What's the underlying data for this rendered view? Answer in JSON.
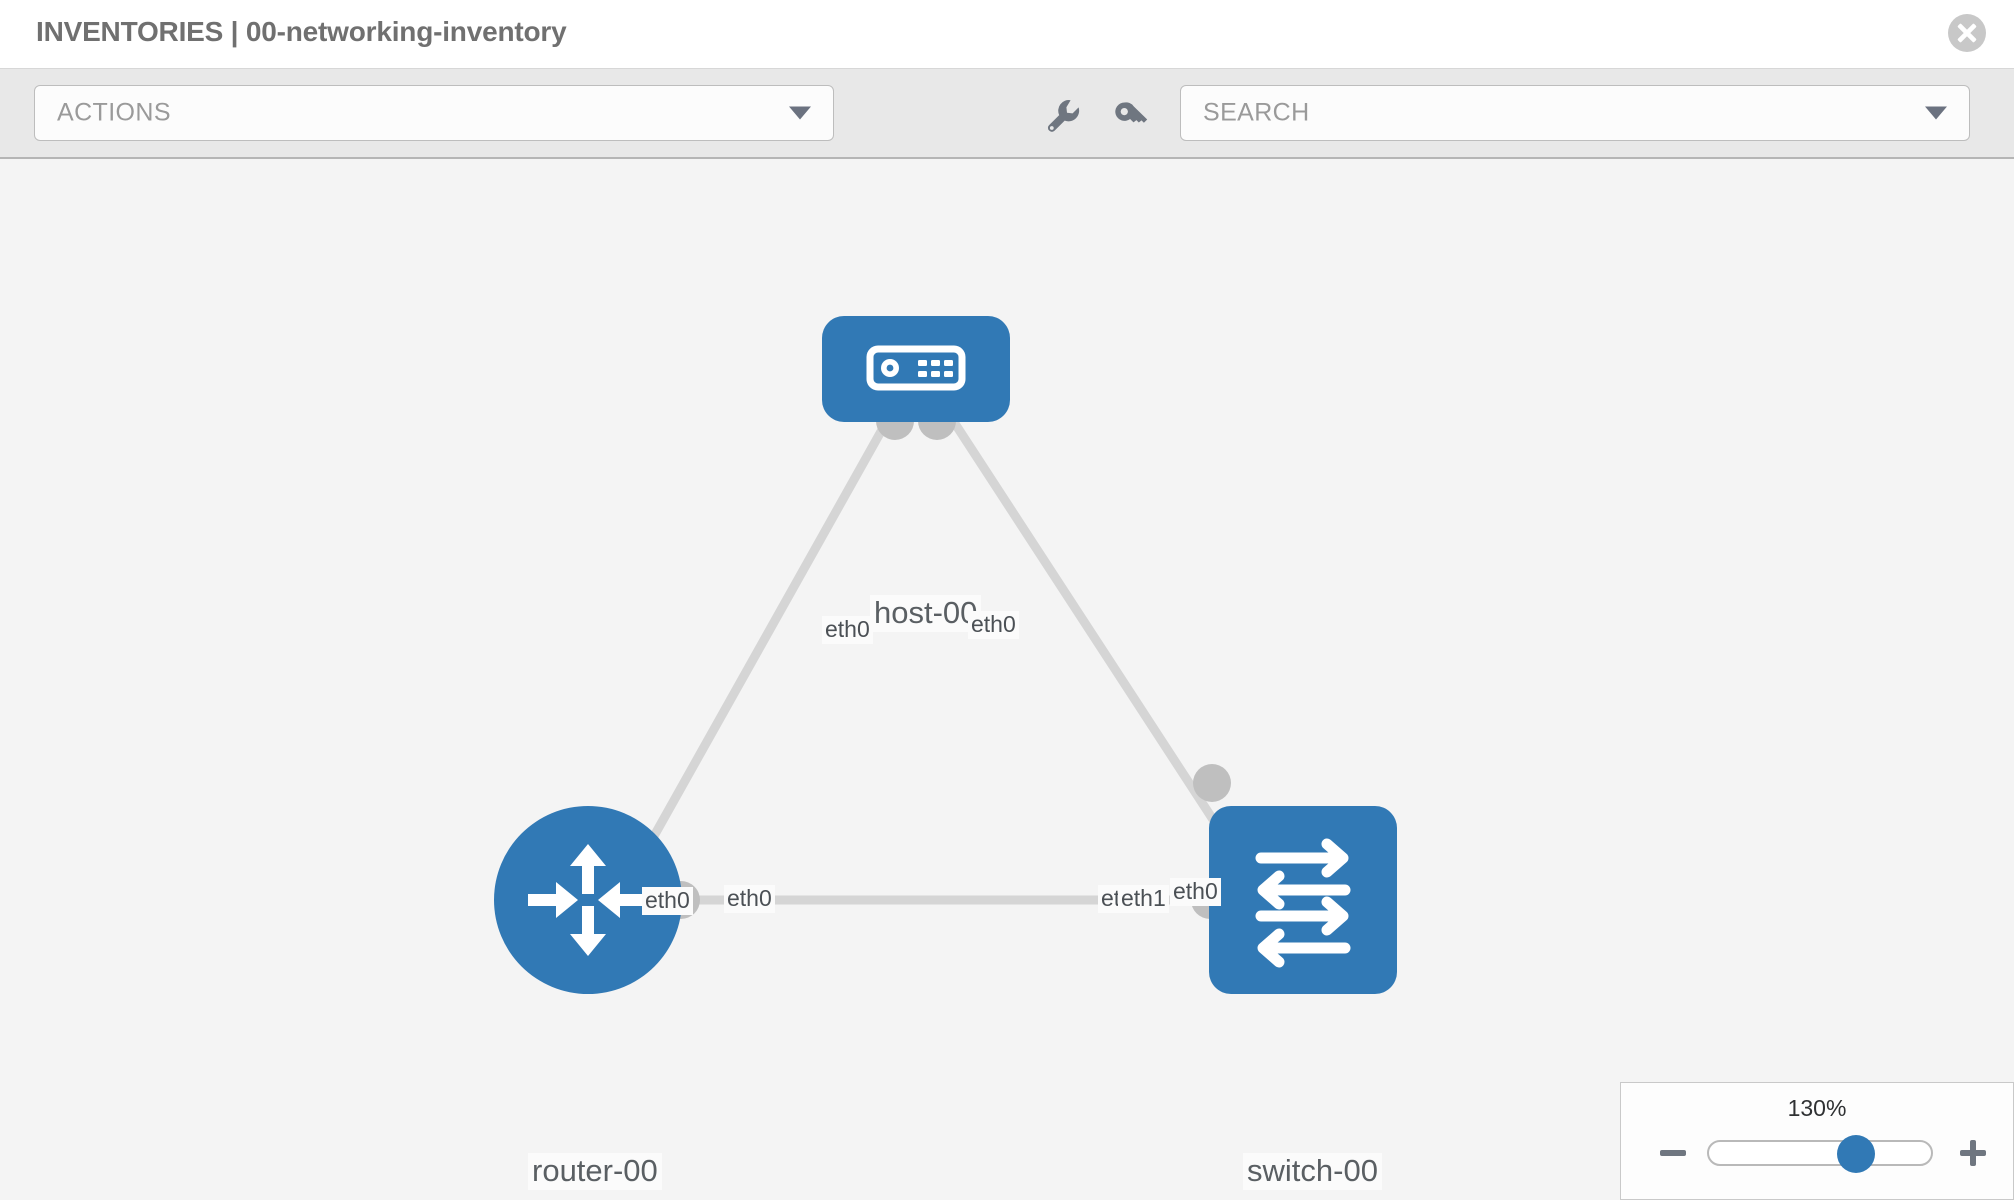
{
  "header": {
    "title": "INVENTORIES | 00-networking-inventory",
    "close_icon": "close-circle-icon"
  },
  "toolbar": {
    "actions": {
      "label": "ACTIONS",
      "caret_icon": "chevron-down-icon"
    },
    "search": {
      "placeholder": "SEARCH",
      "value": "SEARCH",
      "caret_icon": "chevron-down-icon"
    },
    "tools": [
      {
        "name": "wrench-icon",
        "label": "Settings"
      },
      {
        "name": "key-icon",
        "label": "Credentials"
      }
    ]
  },
  "topology": {
    "nodes": [
      {
        "id": "host",
        "label": "host-00",
        "type": "server",
        "icon": "server-icon"
      },
      {
        "id": "router",
        "label": "router-00",
        "type": "router",
        "icon": "router-icon"
      },
      {
        "id": "switch",
        "label": "switch-00",
        "type": "switch",
        "icon": "switch-icon"
      }
    ],
    "links": [
      {
        "from": "host",
        "to": "router",
        "from_if": "eth0",
        "to_if": "eth0"
      },
      {
        "from": "host",
        "to": "switch",
        "from_if": "eth0",
        "to_if": "eth0"
      },
      {
        "from": "router",
        "to": "switch",
        "from_if": "eth0",
        "to_if": "eth1",
        "to_if_overlap": "eth"
      }
    ]
  },
  "zoom": {
    "value_label": "130%",
    "minus_icon": "minus-icon",
    "plus_icon": "plus-icon",
    "thumb_percent": 68
  },
  "colors": {
    "node_blue": "#3179b5",
    "canvas_bg": "#f4f4f4",
    "toolbar_bg": "#e8e8e8",
    "link_gray": "#d5d5d5",
    "port_gray": "#bfbfbf"
  }
}
